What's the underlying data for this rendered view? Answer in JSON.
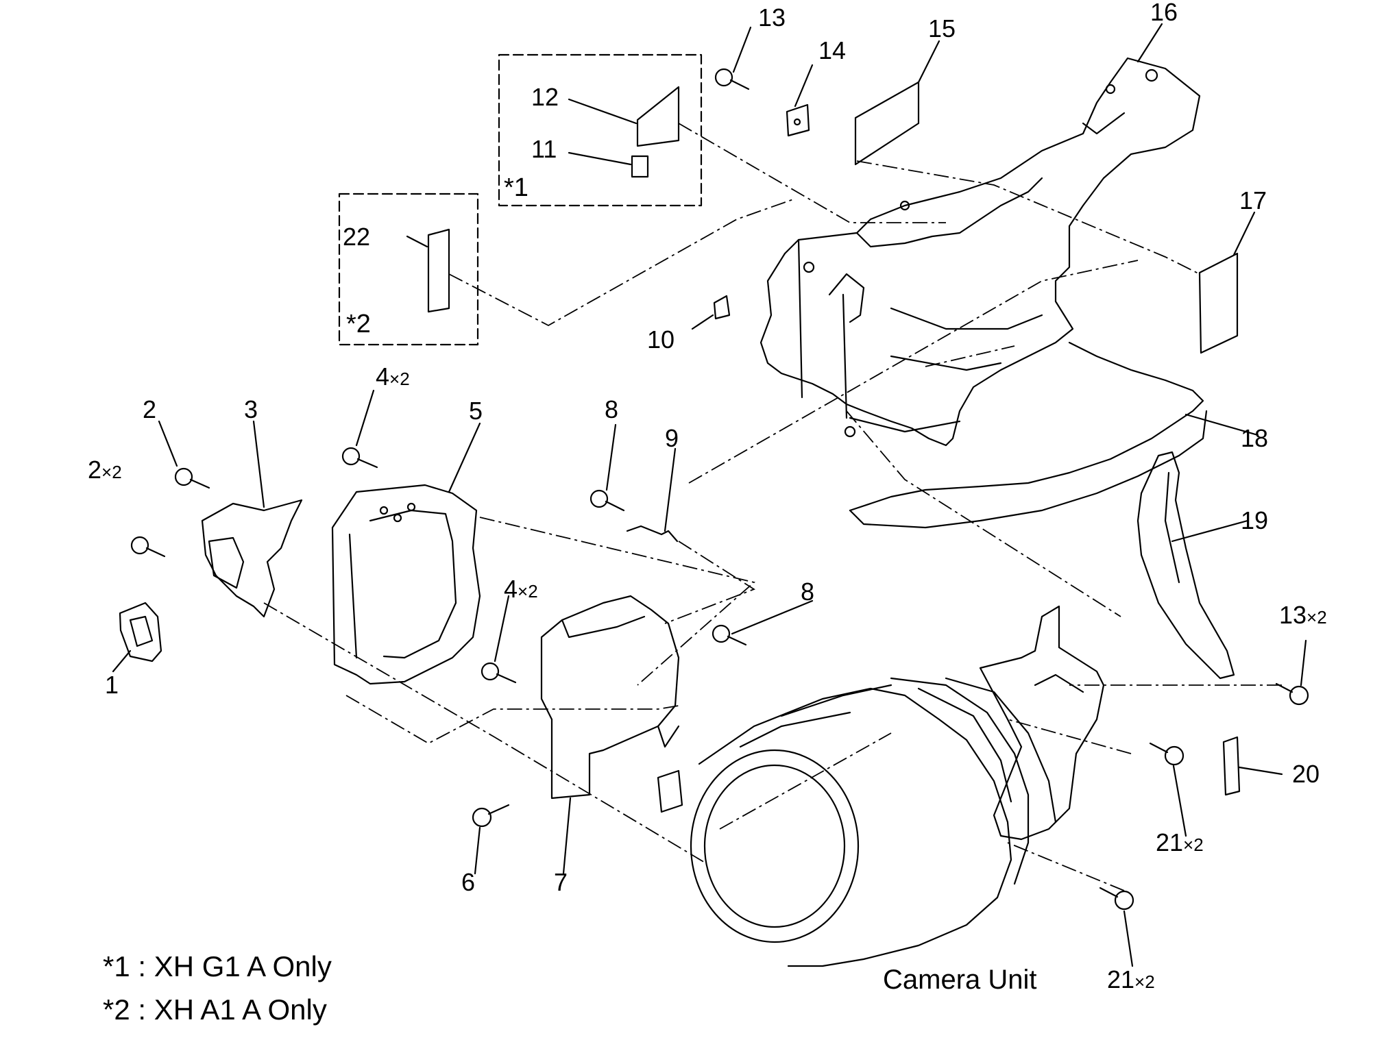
{
  "callouts": {
    "c1": {
      "num": "1",
      "mult": ""
    },
    "c2a": {
      "num": "2",
      "mult": ""
    },
    "c2b": {
      "num": "2",
      "mult": "×2"
    },
    "c3": {
      "num": "3",
      "mult": ""
    },
    "c4a": {
      "num": "4",
      "mult": "×2"
    },
    "c4b": {
      "num": "4",
      "mult": "×2"
    },
    "c5": {
      "num": "5",
      "mult": ""
    },
    "c6": {
      "num": "6",
      "mult": ""
    },
    "c7": {
      "num": "7",
      "mult": ""
    },
    "c8a": {
      "num": "8",
      "mult": ""
    },
    "c8b": {
      "num": "8",
      "mult": ""
    },
    "c9": {
      "num": "9",
      "mult": ""
    },
    "c10": {
      "num": "10",
      "mult": ""
    },
    "c11": {
      "num": "11",
      "mult": ""
    },
    "c12": {
      "num": "12",
      "mult": ""
    },
    "c13a": {
      "num": "13",
      "mult": ""
    },
    "c13b": {
      "num": "13",
      "mult": "×2"
    },
    "c14": {
      "num": "14",
      "mult": ""
    },
    "c15": {
      "num": "15",
      "mult": ""
    },
    "c16": {
      "num": "16",
      "mult": ""
    },
    "c17": {
      "num": "17",
      "mult": ""
    },
    "c18": {
      "num": "18",
      "mult": ""
    },
    "c19": {
      "num": "19",
      "mult": ""
    },
    "c20": {
      "num": "20",
      "mult": ""
    },
    "c21a": {
      "num": "21",
      "mult": "×2"
    },
    "c21b": {
      "num": "21",
      "mult": "×2"
    },
    "c22": {
      "num": "22",
      "mult": ""
    }
  },
  "groups": {
    "g1": "*1",
    "g2": "*2"
  },
  "notes": {
    "n1": "*1 : XH G1 A Only",
    "n2": "*2 : XH A1 A Only"
  },
  "camera_unit_label": "Camera Unit"
}
